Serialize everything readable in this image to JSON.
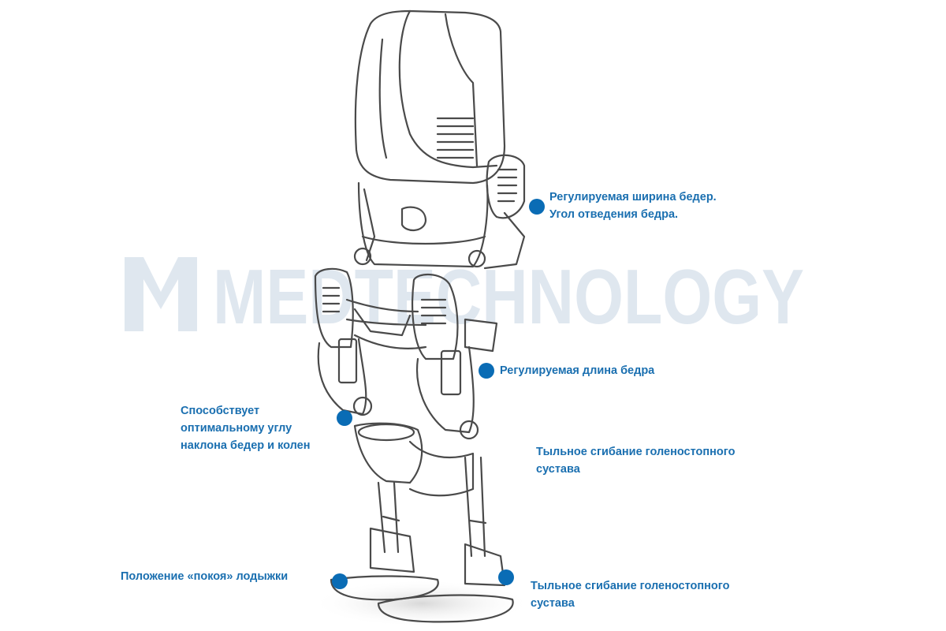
{
  "brand": {
    "watermark_text": "MEDTECHNOLOGY",
    "watermark_color": "#9fb6cf"
  },
  "accent_color": "#0a6cb5",
  "callouts": [
    {
      "id": "hip-width",
      "lines": [
        "Регулируемая ширина бедер.",
        "Угол отведения бедра."
      ]
    },
    {
      "id": "thigh-length",
      "lines": [
        "Регулируемая длина бедра"
      ]
    },
    {
      "id": "optimal-angle",
      "lines": [
        "Способствует",
        "оптимальному углу",
        "наклона бедер и колен"
      ]
    },
    {
      "id": "dorsiflexion-upper",
      "lines": [
        "Тыльное сгибание голеностопного",
        "сустава"
      ]
    },
    {
      "id": "ankle-rest",
      "lines": [
        "Положение «покоя» лодыжки"
      ]
    },
    {
      "id": "dorsiflexion-lower",
      "lines": [
        "Тыльное сгибание голеностопного",
        "сустава"
      ]
    }
  ]
}
